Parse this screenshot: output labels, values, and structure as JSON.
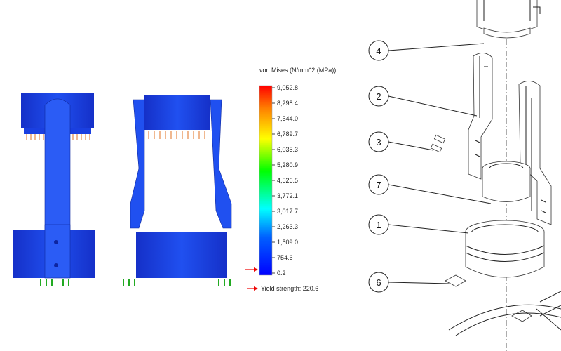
{
  "legend": {
    "title": "von Mises (N/mm^2 (MPa))",
    "ticks": [
      "9,052.8",
      "8,298.4",
      "7,544.0",
      "6,789.7",
      "6,035.3",
      "5,280.9",
      "4,526.5",
      "3,772.1",
      "3,017.7",
      "2,263.3",
      "1,509.0",
      "754.6",
      "0.2"
    ],
    "range": [
      0.2,
      9052.8
    ],
    "yield_label": "Yield strength: 220.6",
    "yield_value": 220.6,
    "colors": [
      "#ff0000",
      "#ff8000",
      "#ffff00",
      "#00ff00",
      "#00ffff",
      "#0040ff",
      "#0000ff"
    ]
  },
  "fea": {
    "model_color": "#1a3fe0",
    "fixture_color": "#22aa22",
    "load_color": "#e07020"
  },
  "balloons": [
    {
      "number": "4"
    },
    {
      "number": "2"
    },
    {
      "number": "3"
    },
    {
      "number": "7"
    },
    {
      "number": "1"
    },
    {
      "number": "6"
    }
  ]
}
